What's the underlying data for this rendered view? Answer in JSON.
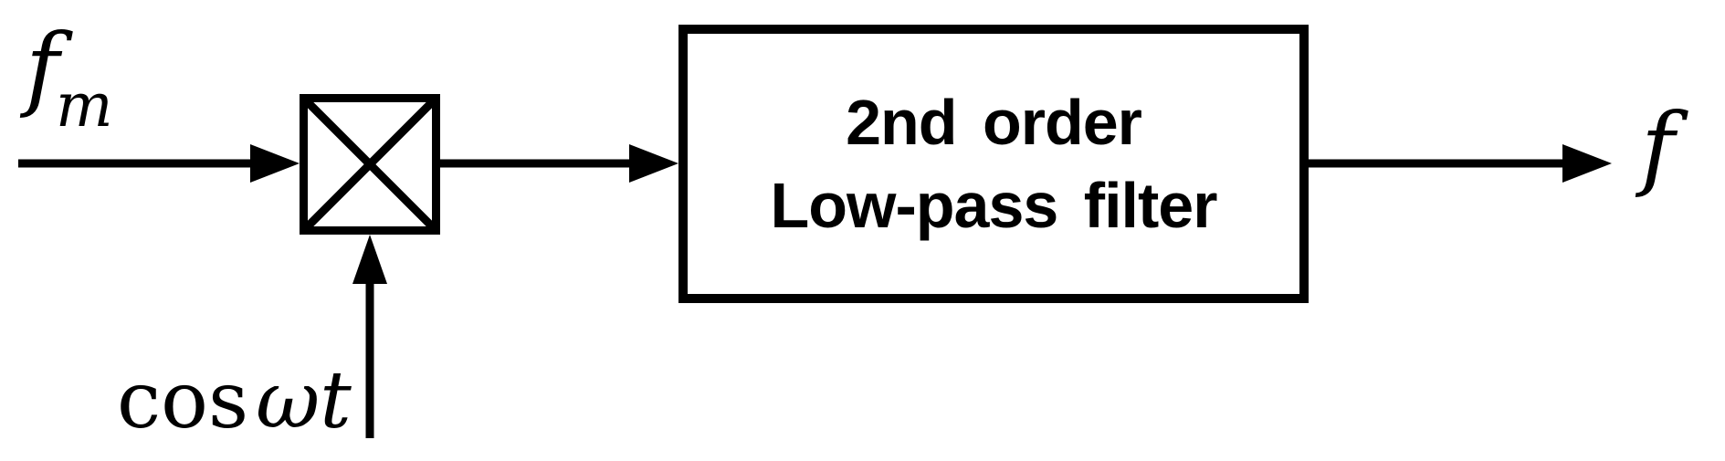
{
  "diagram": {
    "colors": {
      "stroke": "#000000",
      "background": "#ffffff"
    },
    "labels": {
      "input": {
        "base": "f",
        "subscript": "m"
      },
      "carrier": {
        "function": "cos",
        "argument": "ωt"
      },
      "output": {
        "base": "f"
      }
    },
    "blocks": {
      "mixer": {
        "symbol": "multiplier-x-icon"
      },
      "filter": {
        "line1": "2nd order",
        "line2": "Low-pass filter"
      }
    }
  }
}
